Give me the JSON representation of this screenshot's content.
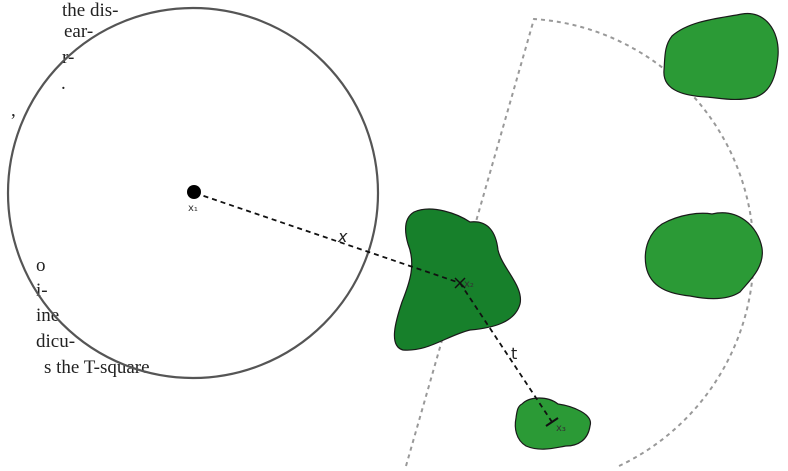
{
  "paragraph_fragments": [
    "the dis-",
    "ear-",
    "r-",
    ".",
    ",",
    "o",
    "i-",
    "ine",
    "dicu-",
    "s  the  T-square"
  ],
  "diagram": {
    "point_labels": {
      "x1": "x₁",
      "x2": "x₂",
      "x3": "x₃"
    },
    "distance_labels": {
      "x": "x",
      "t": "t"
    },
    "colors": {
      "circle_stroke": "#555555",
      "arc_stroke": "#999999",
      "patch_dark": "#17802b",
      "patch_light": "#2b9a36",
      "patch_outline": "#1a1a1a",
      "dashed_line": "#111111"
    }
  }
}
